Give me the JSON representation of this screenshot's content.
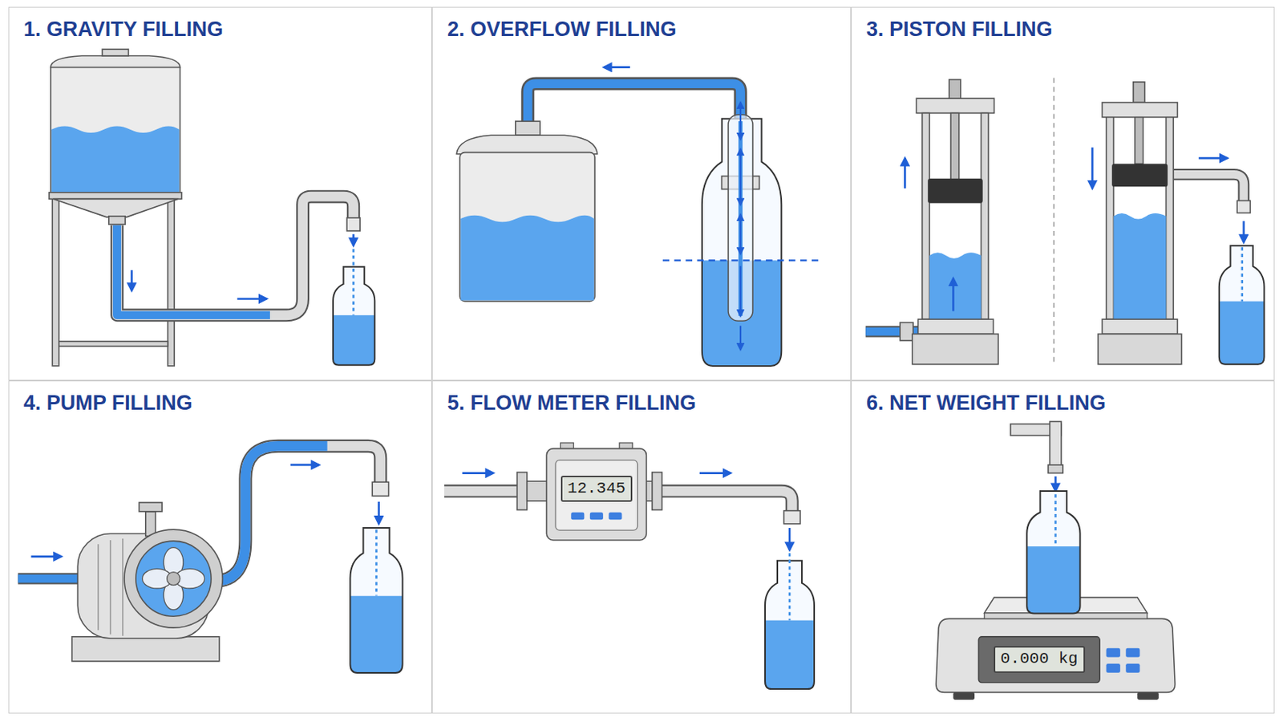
{
  "diagram": {
    "nodes": [
      {
        "text": [
          "1. GRAVITY FILLING"
        ]
      },
      {
        "text": [
          "2. OVERFLOW FILLING"
        ]
      },
      {
        "text": [
          "3. PISTON FILLING"
        ]
      },
      {
        "text": [
          "4. PUMP FILLING"
        ]
      },
      {
        "text": [
          "5. FLOW METER FILLING"
        ]
      },
      {
        "text": [
          "6. NET WEIGHT FILLING"
        ]
      },
      {
        "text": [
          "12.345"
        ],
        "in": 4
      },
      {
        "text": [
          "0.000 kg"
        ],
        "in": 5
      }
    ]
  }
}
